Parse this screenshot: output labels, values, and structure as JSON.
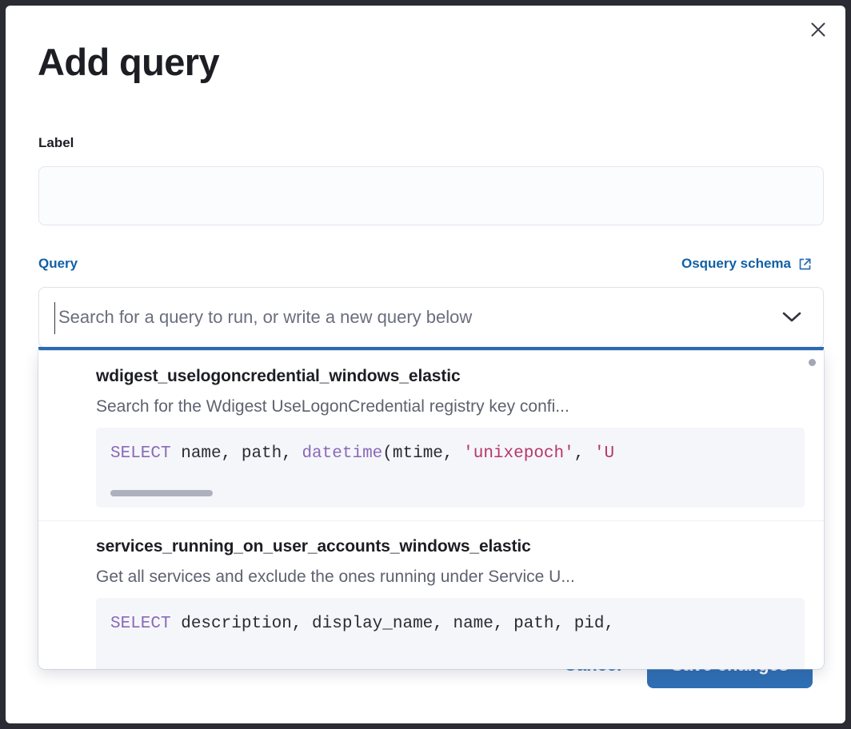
{
  "modal": {
    "title": "Add query",
    "close_icon": "close-icon"
  },
  "label_field": {
    "caption": "Label",
    "value": "",
    "placeholder": ""
  },
  "query_field": {
    "caption": "Query",
    "schema_link_label": "Osquery schema",
    "schema_link_icon": "external-link-icon",
    "combobox_value": "",
    "combobox_placeholder": "Search for a query to run, or write a new query below",
    "chevron_icon": "chevron-down-icon"
  },
  "suggestions": [
    {
      "title": "wdigest_uselogoncredential_windows_elastic",
      "description": "Search for the Wdigest UseLogonCredential registry key confi...",
      "code_tokens": [
        {
          "t": "SELECT",
          "c": "kw"
        },
        {
          "t": " name, path, ",
          "c": ""
        },
        {
          "t": "datetime",
          "c": "fn"
        },
        {
          "t": "(mtime, ",
          "c": ""
        },
        {
          "t": "'unixepoch'",
          "c": "str"
        },
        {
          "t": ", ",
          "c": ""
        },
        {
          "t": "'U",
          "c": "str"
        }
      ],
      "code_plain": "SELECT name, path, datetime(mtime, 'unixepoch', 'U",
      "has_code_scrollbar": true
    },
    {
      "title": "services_running_on_user_accounts_windows_elastic",
      "description": "Get all services and exclude the ones running under Service U...",
      "code_tokens": [
        {
          "t": "SELECT",
          "c": "kw"
        },
        {
          "t": " description, display_name, name, path, pid,",
          "c": ""
        }
      ],
      "code_plain": "SELECT description, display_name, name, path, pid,",
      "has_code_scrollbar": false
    }
  ],
  "footer": {
    "cancel_label": "Cancel",
    "save_label": "Save changes"
  },
  "colors": {
    "accent_blue": "#2a6cb5",
    "link_blue": "#1260a6",
    "code_keyword": "#8a69b8",
    "code_string": "#b7366a",
    "code_bg": "#f5f6fa",
    "page_bg": "#ffffff"
  }
}
